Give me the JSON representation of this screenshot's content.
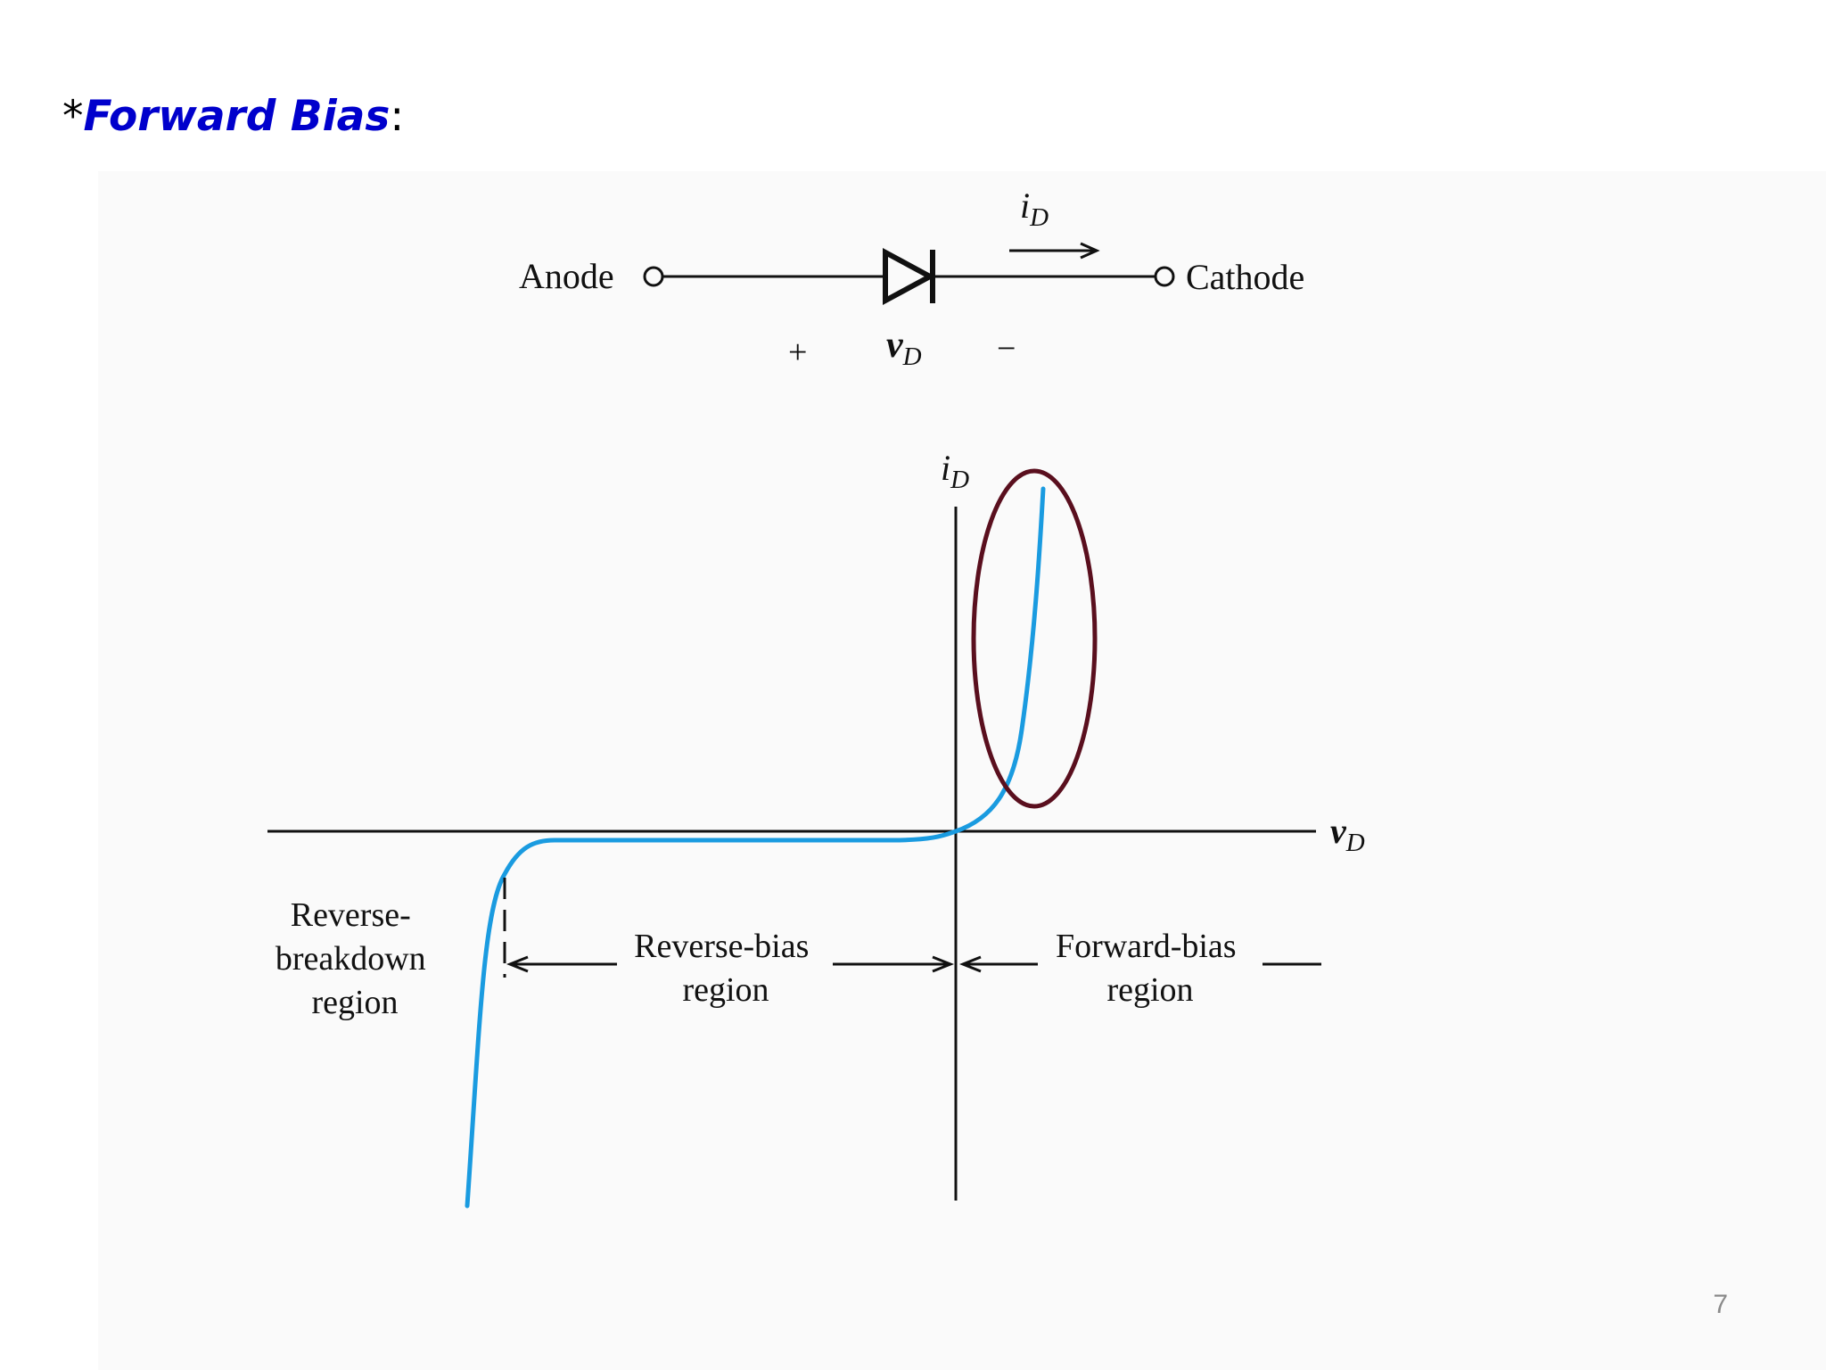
{
  "slide": {
    "prefix": "*",
    "title": "Forward Bias",
    "suffix": ":",
    "page_number": "7"
  },
  "circuit": {
    "anode_label": "Anode",
    "cathode_label": "Cathode",
    "current_label": {
      "symbol": "i",
      "subscript": "D"
    },
    "voltage_label": {
      "symbol": "v",
      "subscript": "D"
    },
    "plus_sign": "+",
    "minus_sign": "−"
  },
  "graph": {
    "y_axis_label": {
      "symbol": "i",
      "subscript": "D"
    },
    "x_axis_label": {
      "symbol": "v",
      "subscript": "D"
    },
    "regions": {
      "breakdown": [
        "Reverse-",
        "breakdown",
        "region"
      ],
      "reverse_bias": [
        "Reverse-bias",
        "region"
      ],
      "forward_bias": [
        "Forward-bias",
        "region"
      ]
    }
  },
  "colors": {
    "title_accent": "#0000cc",
    "curve": "#1a9be0",
    "highlight_ellipse": "#5a0f1e",
    "lines": "#111111"
  }
}
